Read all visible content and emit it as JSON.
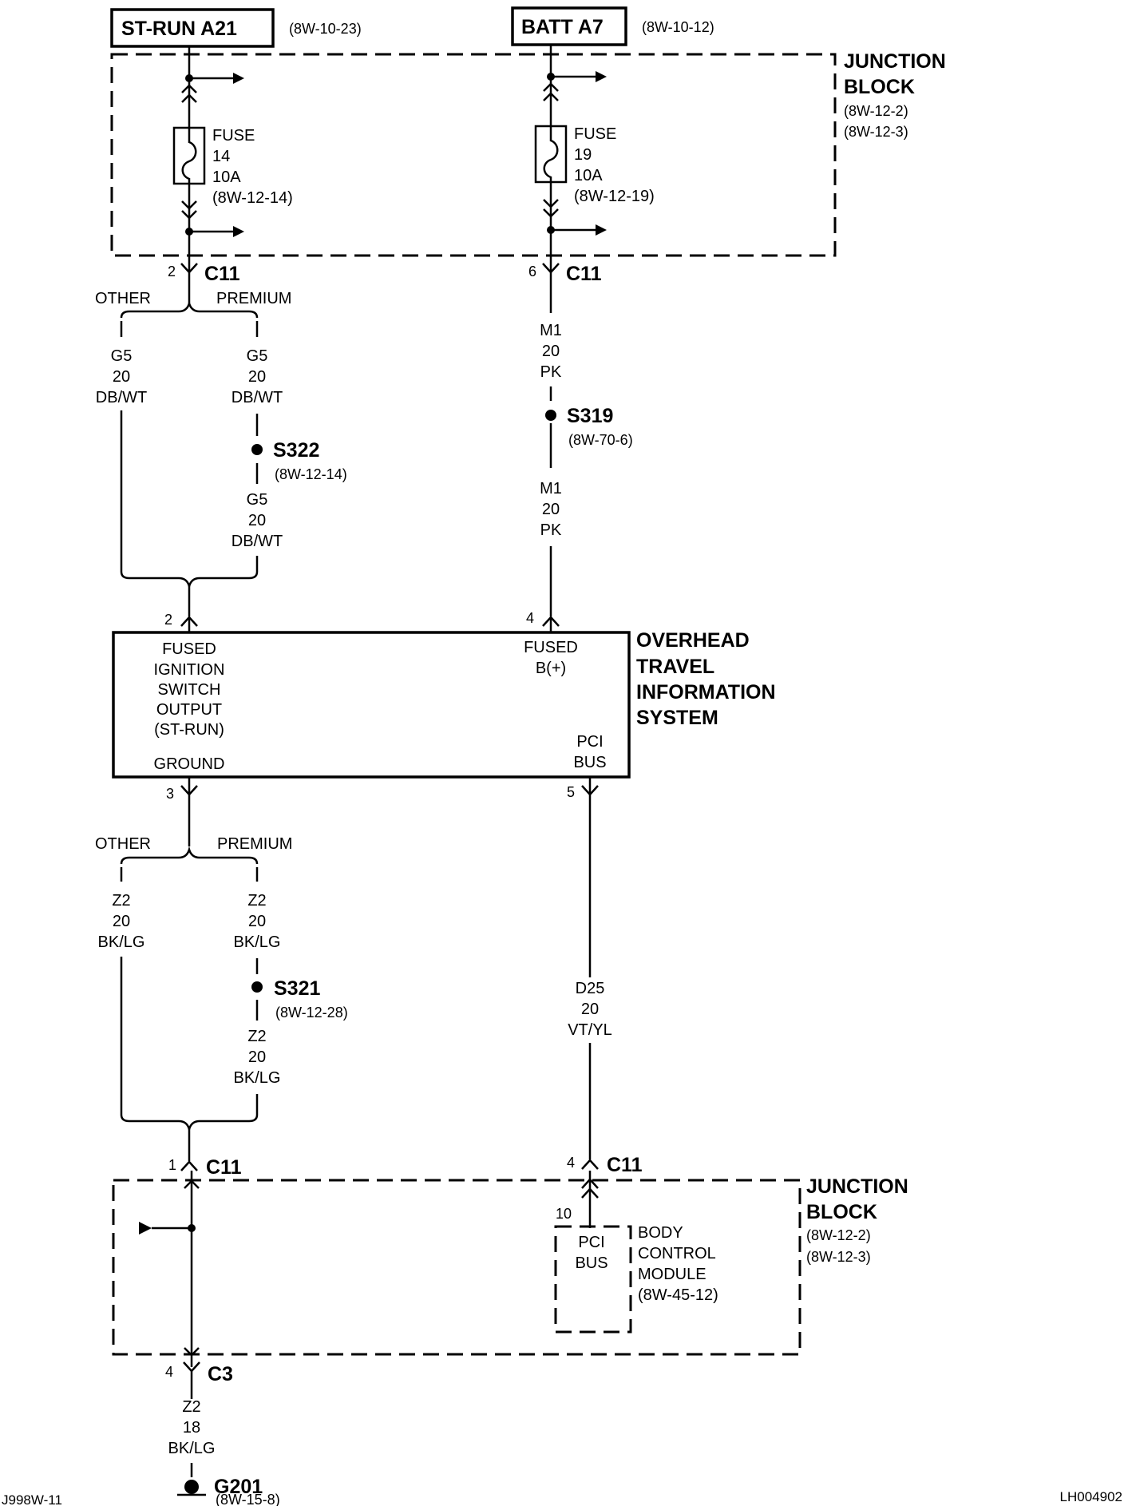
{
  "sources": {
    "st_run": {
      "label": "ST-RUN A21",
      "ref": "(8W-10-23)"
    },
    "batt": {
      "label": "BATT A7",
      "ref": "(8W-10-12)"
    }
  },
  "junction_block_top": {
    "title_1": "JUNCTION",
    "title_2": "BLOCK",
    "ref_1": "(8W-12-2)",
    "ref_2": "(8W-12-3)"
  },
  "fuse14": {
    "l1": "FUSE",
    "l2": "14",
    "l3": "10A",
    "l4": "(8W-12-14)"
  },
  "fuse19": {
    "l1": "FUSE",
    "l2": "19",
    "l3": "10A",
    "l4": "(8W-12-19)"
  },
  "connectors": {
    "c11_pin2": {
      "pin": "2",
      "name": "C11"
    },
    "c11_pin6": {
      "pin": "6",
      "name": "C11"
    },
    "c11_pin1": {
      "pin": "1",
      "name": "C11"
    },
    "c11_pin4": {
      "pin": "4",
      "name": "C11"
    },
    "c3_pin4": {
      "pin": "4",
      "name": "C3"
    },
    "ots_pin2": "2",
    "ots_pin4": "4",
    "ots_pin3": "3",
    "ots_pin5": "5",
    "bcm_pin10": "10"
  },
  "variants": {
    "other": "OTHER",
    "premium": "PREMIUM"
  },
  "wires": {
    "g5_other": {
      "code": "G5",
      "gauge": "20",
      "color": "DB/WT"
    },
    "g5_premium_top": {
      "code": "G5",
      "gauge": "20",
      "color": "DB/WT"
    },
    "g5_premium_bottom": {
      "code": "G5",
      "gauge": "20",
      "color": "DB/WT"
    },
    "m1_top": {
      "code": "M1",
      "gauge": "20",
      "color": "PK"
    },
    "m1_bottom": {
      "code": "M1",
      "gauge": "20",
      "color": "PK"
    },
    "z2_other": {
      "code": "Z2",
      "gauge": "20",
      "color": "BK/LG"
    },
    "z2_premium_top": {
      "code": "Z2",
      "gauge": "20",
      "color": "BK/LG"
    },
    "z2_premium_bottom": {
      "code": "Z2",
      "gauge": "20",
      "color": "BK/LG"
    },
    "d25": {
      "code": "D25",
      "gauge": "20",
      "color": "VT/YL"
    },
    "z2_ground": {
      "code": "Z2",
      "gauge": "18",
      "color": "BK/LG"
    }
  },
  "splices": {
    "s322": {
      "name": "S322",
      "ref": "(8W-12-14)"
    },
    "s319": {
      "name": "S319",
      "ref": "(8W-70-6)"
    },
    "s321": {
      "name": "S321",
      "ref": "(8W-12-28)"
    }
  },
  "module": {
    "title": [
      "OVERHEAD",
      "TRAVEL",
      "INFORMATION",
      "SYSTEM"
    ],
    "fused_ignition": [
      "FUSED",
      "IGNITION",
      "SWITCH",
      "OUTPUT",
      "(ST-RUN)"
    ],
    "fused_batt": [
      "FUSED",
      "B(+)"
    ],
    "ground": "GROUND",
    "pci_bus": [
      "PCI",
      "BUS"
    ]
  },
  "junction_block_bottom": {
    "title_1": "JUNCTION",
    "title_2": "BLOCK",
    "ref_1": "(8W-12-2)",
    "ref_2": "(8W-12-3)"
  },
  "bcm": {
    "pci": "PCI",
    "bus": "BUS",
    "name_1": "BODY",
    "name_2": "CONTROL",
    "name_3": "MODULE",
    "ref": "(8W-45-12)"
  },
  "ground": {
    "name": "G201",
    "ref": "(8W-15-8)"
  },
  "footer": {
    "left": "J998W-11",
    "right": "LH004902"
  }
}
